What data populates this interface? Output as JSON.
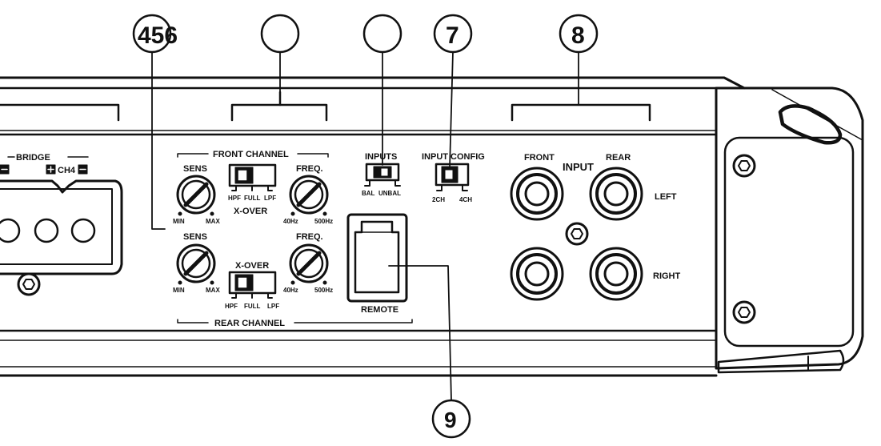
{
  "callouts": {
    "c456": "456",
    "c7": "7",
    "c8": "8",
    "c9": "9"
  },
  "bridge": {
    "label": "BRIDGE",
    "ch4": "CH4"
  },
  "front_channel": {
    "title": "FRONT CHANNEL",
    "sens": "SENS",
    "freq": "FREQ.",
    "xover": "X-OVER",
    "hpf": "HPF",
    "full": "FULL",
    "lpf": "LPF",
    "min": "MIN",
    "max": "MAX",
    "f40": "40Hz",
    "f500": "500Hz"
  },
  "rear_channel": {
    "title": "REAR CHANNEL",
    "sens": "SENS",
    "freq": "FREQ.",
    "xover": "X-OVER",
    "hpf": "HPF",
    "full": "FULL",
    "lpf": "LPF",
    "min": "MIN",
    "max": "MAX",
    "f40": "40Hz",
    "f500": "500Hz"
  },
  "inputs": {
    "title": "INPUTS",
    "bal": "BAL",
    "unbal": "UNBAL"
  },
  "input_config": {
    "title": "INPUT CONFIG",
    "opt_2ch": "2CH",
    "opt_4ch": "4CH"
  },
  "remote": {
    "label": "REMOTE"
  },
  "rca": {
    "input": "INPUT",
    "front": "FRONT",
    "rear": "REAR",
    "left": "LEFT",
    "right": "RIGHT"
  }
}
